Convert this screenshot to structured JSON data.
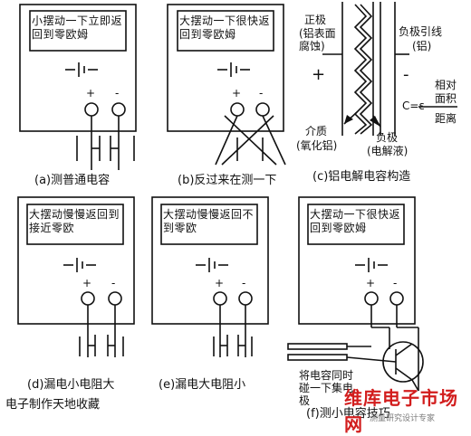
{
  "panels": [
    {
      "screen": "小摆动一下立即返回到零欧姆",
      "caption": "(a)测普通电容"
    },
    {
      "screen": "大摆动一下很快返回到零欧姆",
      "caption": "(b)反过来在测一下"
    },
    {
      "caption": "(c)铝电解电容构造"
    },
    {
      "screen": "大摆动慢慢返回到接近零欧",
      "caption": "(d)漏电小电阻大"
    },
    {
      "screen": "大摆动慢慢返回不到零欧",
      "caption": "(e)漏电大电阻小"
    },
    {
      "screen": "大摆动一下很快返回到零欧姆",
      "caption": "(f)测小电容技巧"
    }
  ],
  "meter": {
    "plus": "+",
    "minus": "-"
  },
  "structure": {
    "positive_label": "正极",
    "positive_sub": "(铝表面腐蚀)",
    "negative_lead": "负极引线",
    "negative_lead_sub": "(铝)",
    "dielectric": "介质",
    "dielectric_sub": "(氧化铝)",
    "negative": "负极",
    "negative_sub": "(电解液)",
    "plus": "+",
    "minus": "-",
    "formula_lhs": "C=ε",
    "formula_num1": "相对",
    "formula_num2": "面积",
    "formula_den": "距离"
  },
  "tip_note": "将电容同时碰一下集电极",
  "footer_credit": "电子制作天地收藏",
  "watermark": {
    "main": "维库电子市场网",
    "sub": "测量研究设计专家"
  }
}
